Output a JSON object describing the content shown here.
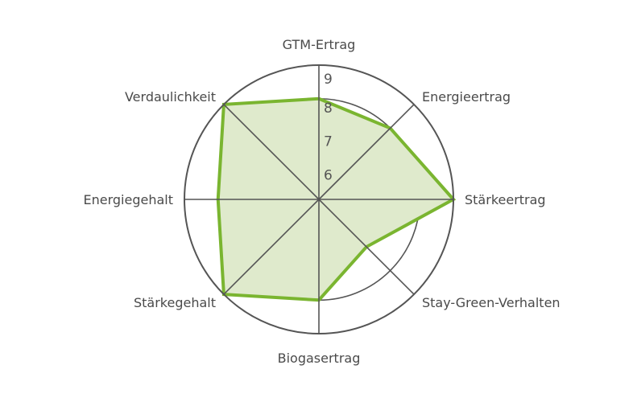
{
  "chart_data": {
    "type": "radar",
    "axes": [
      "GTM-Ertrag",
      "Energieertrag",
      "Stärkeertrag",
      "Stay-Green-Verhalten",
      "Biogasertrag",
      "Stärkegehalt",
      "Energiegehalt",
      "Verdaulichkeit"
    ],
    "values": [
      8,
      8,
      9,
      7,
      8,
      9,
      8,
      9
    ],
    "rlim": [
      5,
      9
    ],
    "ticks": [
      6,
      7,
      8,
      9
    ],
    "tick_labels": [
      "6",
      "7",
      "8",
      "9"
    ],
    "grid": true,
    "series_color": "#7ab530",
    "fill_color": "#dfeacc",
    "grid_color": "#555555"
  }
}
